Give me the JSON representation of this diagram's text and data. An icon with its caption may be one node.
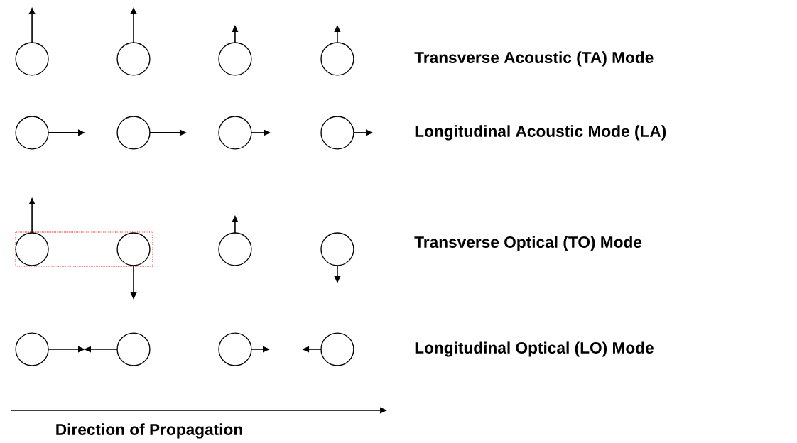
{
  "diagram": {
    "labels": [
      "Transverse Acoustic (TA) Mode",
      "Longitudinal Acoustic Mode (LA)",
      "Transverse Optical (TO) Mode",
      "Longitudinal Optical (LO) Mode",
      "Direction of Propagation"
    ]
  }
}
